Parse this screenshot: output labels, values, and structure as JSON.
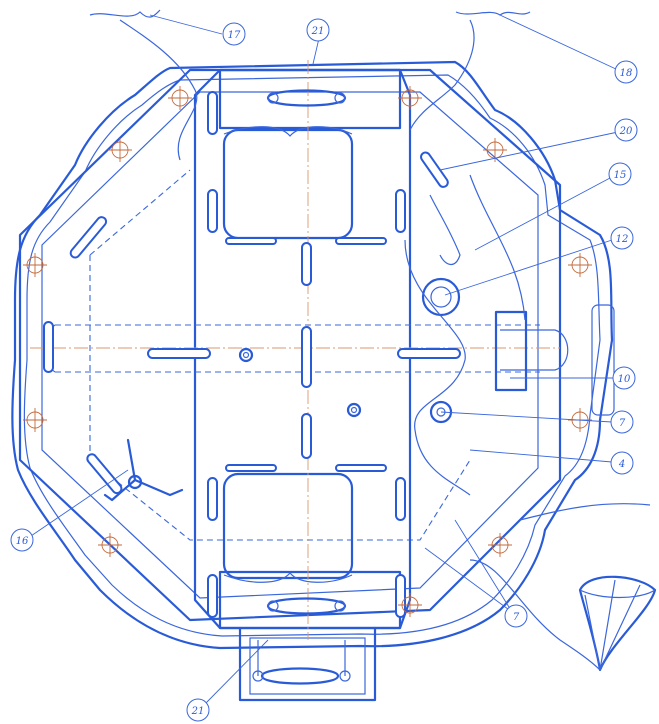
{
  "callouts": [
    {
      "id": "c17",
      "label": "17",
      "icon": "callout-bubble"
    },
    {
      "id": "c18",
      "label": "18",
      "icon": "callout-bubble"
    },
    {
      "id": "c21top",
      "label": "21",
      "icon": "callout-bubble"
    },
    {
      "id": "c20",
      "label": "20",
      "icon": "callout-bubble"
    },
    {
      "id": "c15",
      "label": "15",
      "icon": "callout-bubble"
    },
    {
      "id": "c12",
      "label": "12",
      "icon": "callout-bubble"
    },
    {
      "id": "c10",
      "label": "10",
      "icon": "callout-bubble"
    },
    {
      "id": "c7a",
      "label": "7",
      "icon": "callout-bubble"
    },
    {
      "id": "c4",
      "label": "4",
      "icon": "callout-bubble"
    },
    {
      "id": "c16",
      "label": "16",
      "icon": "callout-bubble"
    },
    {
      "id": "c7b",
      "label": "7",
      "icon": "callout-bubble"
    },
    {
      "id": "c21bot",
      "label": "21",
      "icon": "callout-bubble"
    }
  ],
  "colors": {
    "line": "#2a5bd7",
    "centerline": "#d99a6c",
    "paper": "#ffffff"
  }
}
